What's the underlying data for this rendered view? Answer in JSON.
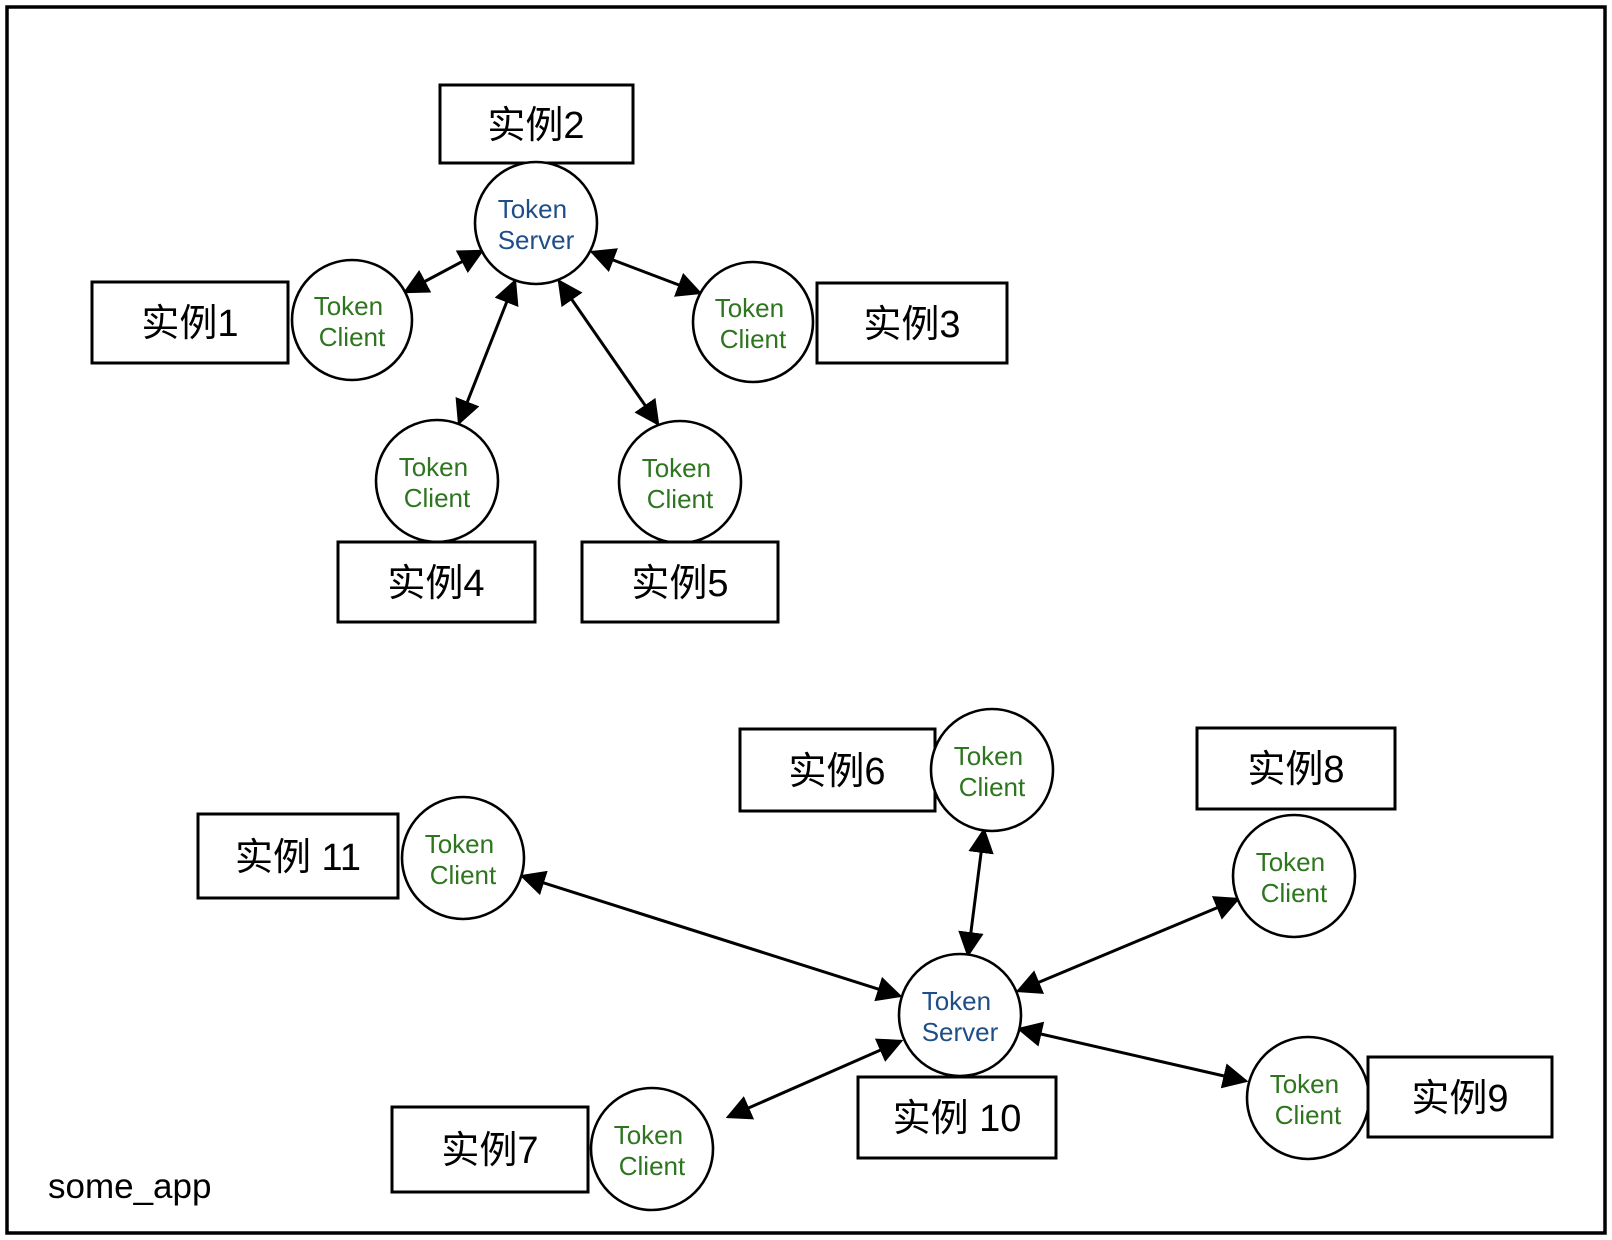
{
  "app_label": "some_app",
  "colors": {
    "server_text": "#1d4e89",
    "client_text": "#2e751f",
    "node_stroke": "#000000",
    "edge": "#000000",
    "background": "#ffffff"
  },
  "node_types": {
    "server": {
      "line1": "Token",
      "line2": "Server"
    },
    "client": {
      "line1": "Token",
      "line2": "Client"
    }
  },
  "instances": {
    "inst1": "实例1",
    "inst2": "实例2",
    "inst3": "实例3",
    "inst4": "实例4",
    "inst5": "实例5",
    "inst6": "实例6",
    "inst7": "实例7",
    "inst8": "实例8",
    "inst9": "实例9",
    "inst10": "实例 10",
    "inst11": "实例 11"
  },
  "clusters": [
    {
      "server_host_instance": "实例2",
      "server_label": "Token Server",
      "client_host_instances": [
        "实例1",
        "实例3",
        "实例4",
        "实例5"
      ]
    },
    {
      "server_host_instance": "实例 10",
      "server_label": "Token Server",
      "client_host_instances": [
        "实例 11",
        "实例6",
        "实例8",
        "实例7",
        "实例9"
      ]
    }
  ],
  "edges": [
    {
      "a": "token-client-inst1",
      "b": "token-server-top",
      "type": "bidirectional"
    },
    {
      "a": "token-client-inst3",
      "b": "token-server-top",
      "type": "bidirectional"
    },
    {
      "a": "token-client-inst4",
      "b": "token-server-top",
      "type": "bidirectional"
    },
    {
      "a": "token-client-inst5",
      "b": "token-server-top",
      "type": "bidirectional"
    },
    {
      "a": "token-client-inst6",
      "b": "token-server-bottom",
      "type": "bidirectional"
    },
    {
      "a": "token-client-inst8",
      "b": "token-server-bottom",
      "type": "bidirectional"
    },
    {
      "a": "token-client-inst11",
      "b": "token-server-bottom",
      "type": "bidirectional"
    },
    {
      "a": "token-client-inst7",
      "b": "token-server-bottom",
      "type": "bidirectional"
    },
    {
      "a": "token-client-inst9",
      "b": "token-server-bottom",
      "type": "bidirectional"
    }
  ]
}
